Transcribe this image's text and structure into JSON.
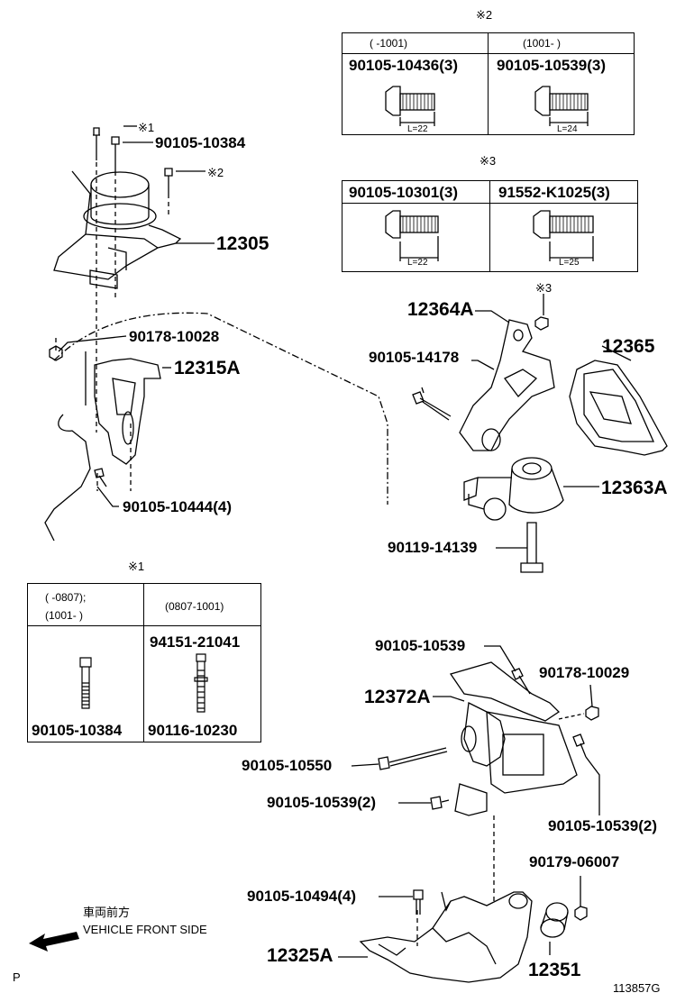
{
  "notes": {
    "mark1": "※1",
    "mark2": "※2",
    "mark3": "※3"
  },
  "table2": {
    "mark": "※2",
    "col1_range": "(      -1001)",
    "col2_range": "(1001-      )",
    "col1_part": "90105-10436(3)",
    "col2_part": "90105-10539(3)",
    "col1_len": "L=22",
    "col2_len": "L=24"
  },
  "table3": {
    "mark": "※3",
    "col1_part": "90105-10301(3)",
    "col2_part": "91552-K1025(3)",
    "col1_len": "L=22",
    "col2_len": "L=25"
  },
  "table1": {
    "mark": "※1",
    "col1_range_a": "(      -0807);",
    "col1_range_b": "(1001-      )",
    "col2_range": "(0807-1001)",
    "col2_top_part": "94151-21041",
    "col1_bottom_part": "90105-10384",
    "col2_bottom_part": "90116-10230"
  },
  "labels": {
    "p_90105_10384": "90105-10384",
    "p_12305": "12305",
    "p_90178_10028": "90178-10028",
    "p_12315A": "12315A",
    "p_90105_10444": "90105-10444(4)",
    "p_12364A": "12364A",
    "p_90105_14178": "90105-14178",
    "p_12365": "12365",
    "p_12363A": "12363A",
    "p_90119_14139": "90119-14139",
    "p_90105_10539_top": "90105-10539",
    "p_90178_10029": "90178-10029",
    "p_12372A": "12372A",
    "p_90105_10550": "90105-10550",
    "p_90105_10539_2a": "90105-10539(2)",
    "p_90105_10539_2b": "90105-10539(2)",
    "p_90179_06007": "90179-06007",
    "p_90105_10494": "90105-10494(4)",
    "p_12325A": "12325A",
    "p_12351": "12351"
  },
  "direction": {
    "jp": "車両前方",
    "en": "VEHICLE FRONT SIDE"
  },
  "footer": {
    "left": "P",
    "code": "113857G"
  }
}
